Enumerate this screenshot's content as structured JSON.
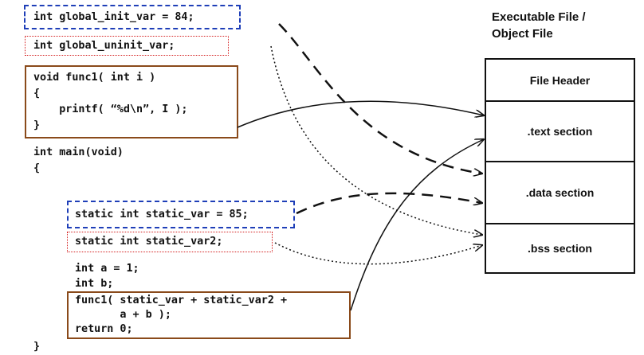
{
  "code": {
    "global_init": "int global_init_var = 84;",
    "global_uninit": "int global_uninit_var;",
    "func1_sig": "void func1( int i )",
    "func1_open": "{",
    "func1_body": "    printf( “%d\\n”, I );",
    "func1_close": "}",
    "main_sig": "int main(void)",
    "main_open": "{",
    "static_init": "static int static_var = 85;",
    "static_uninit": "static int static_var2;",
    "int_a": "int a = 1;",
    "int_b": "int b;",
    "call_line1": "func1( static_var + static_var2 +",
    "call_line2": "       a + b );",
    "return_stmt": "return 0;",
    "main_close": "}"
  },
  "file": {
    "title_line1": "Executable File /",
    "title_line2": "Object File",
    "sections": [
      ".text section",
      ".data section",
      ".bss section"
    ],
    "header": "File Header"
  },
  "colors": {
    "init_box": "#1f3fb8",
    "uninit_box": "#d42020",
    "code_box": "#8a4a1a",
    "arrows": "#111111"
  }
}
